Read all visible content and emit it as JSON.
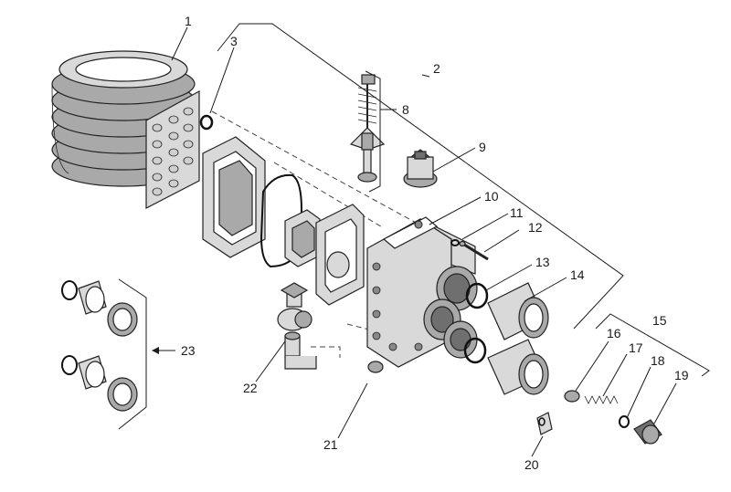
{
  "callouts": [
    "1",
    "2",
    "3",
    "8",
    "9",
    "10",
    "11",
    "12",
    "13",
    "14",
    "15",
    "16",
    "17",
    "18",
    "19",
    "20",
    "21",
    "22",
    "23"
  ]
}
